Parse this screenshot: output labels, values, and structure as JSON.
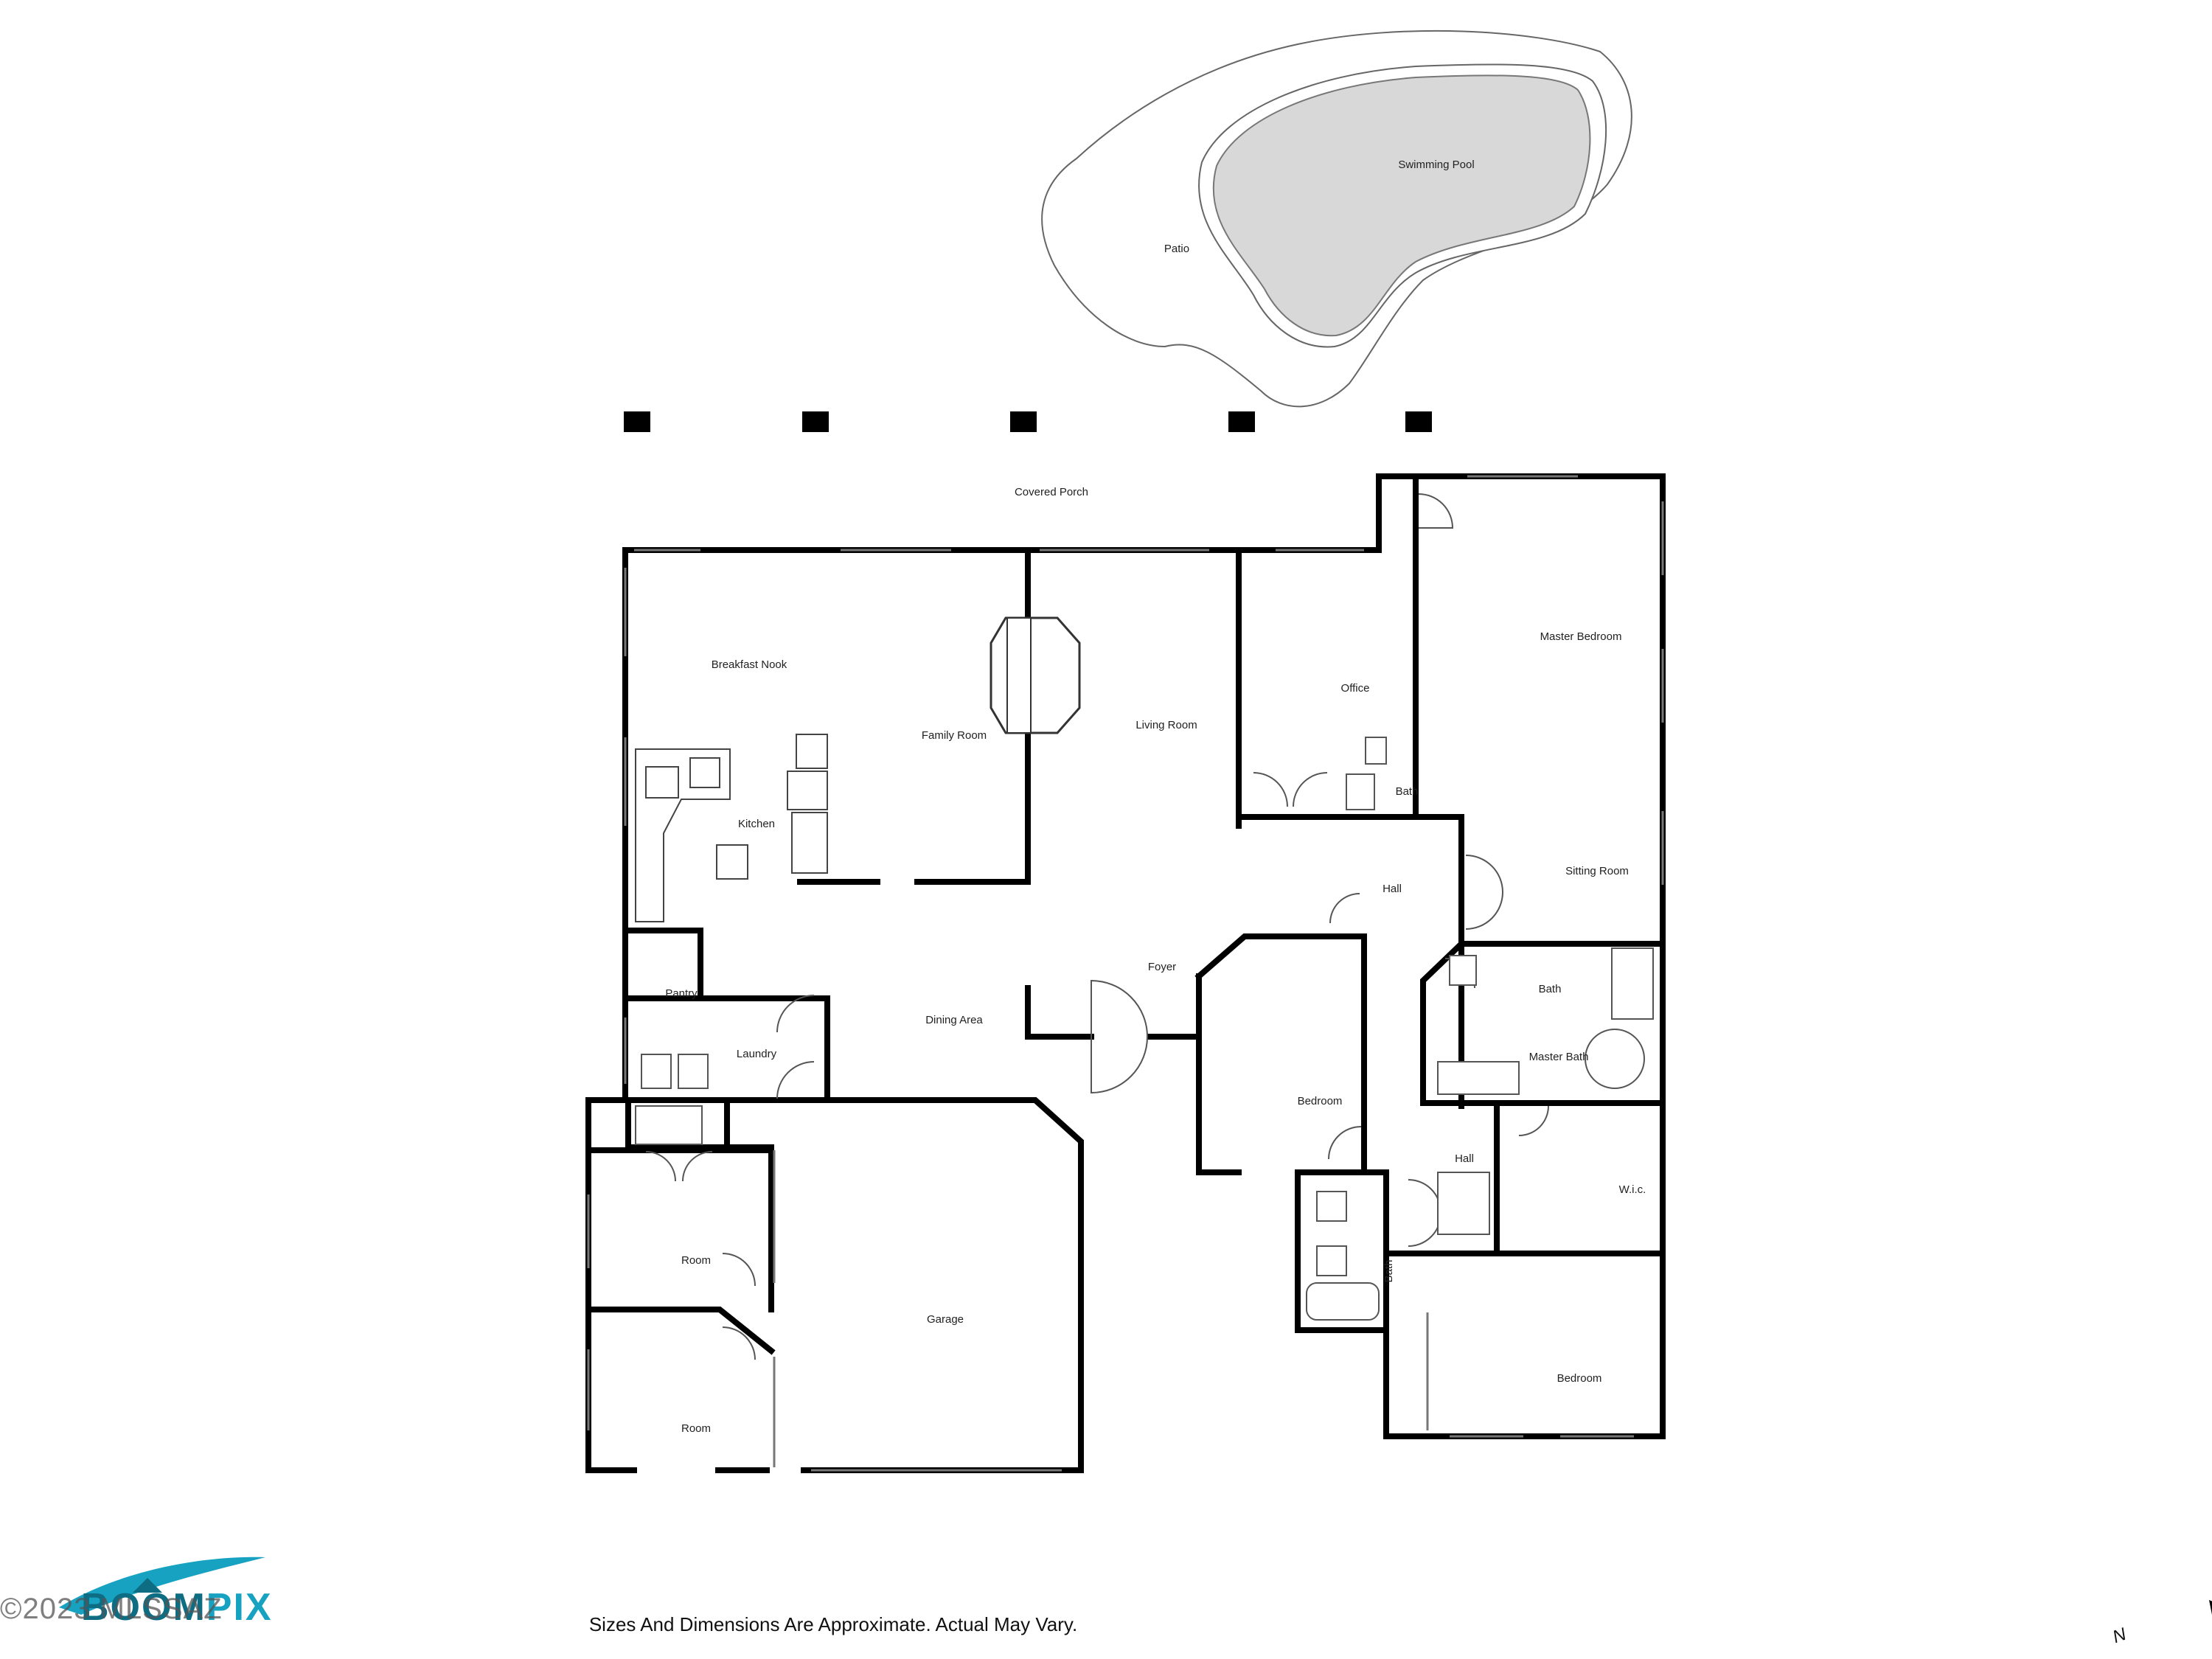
{
  "rooms": {
    "swimming_pool": "Swimming Pool",
    "patio": "Patio",
    "covered_porch": "Covered Porch",
    "breakfast_nook": "Breakfast Nook",
    "family_room": "Family Room",
    "living_room": "Living Room",
    "office": "Office",
    "master_bedroom": "Master Bedroom",
    "kitchen": "Kitchen",
    "bath_1": "Bath",
    "hall_1": "Hall",
    "sitting_room": "Sitting Room",
    "foyer": "Foyer",
    "pantry": "Pantry",
    "dining_area": "Dining Area",
    "laundry": "Laundry",
    "bath_2": "Bath",
    "master_bath": "Master Bath",
    "bedroom_1": "Bedroom",
    "hall_2": "Hall",
    "wic": "W.i.c.",
    "room_1": "Room",
    "garage": "Garage",
    "bath_3": "Bath",
    "bedroom_2": "Bedroom",
    "room_2": "Room"
  },
  "footer": {
    "disclaimer": "Sizes And Dimensions Are Approximate. Actual May Vary.",
    "brand_main": "BOOM",
    "brand_accent": "PIX",
    "copyright": "©2023 MLSSAZ",
    "north_label": "N"
  }
}
